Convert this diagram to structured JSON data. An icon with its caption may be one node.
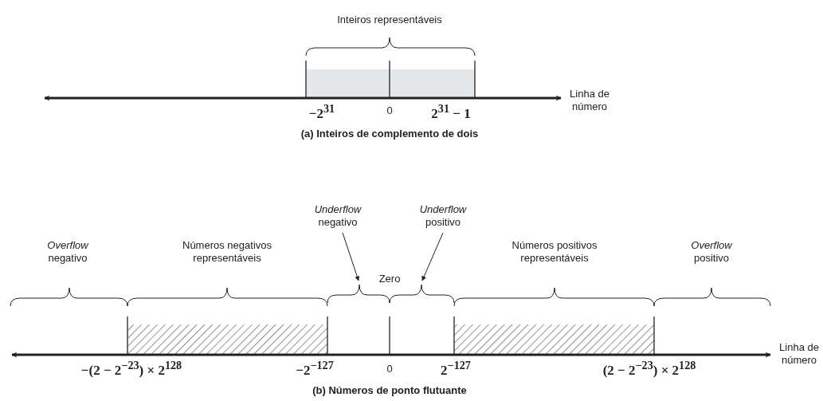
{
  "diagram": {
    "nodes": [
      {
        "text": [
          "*Underflow* negativo"
        ]
      },
      {
        "text": [
          "*Underflow* positivo"
        ]
      },
      {
        "text": [],
        "shape": "brace"
      },
      {
        "text": [],
        "shape": "brace"
      }
    ],
    "edges": [
      {
        "from": 0,
        "to": 2,
        "arrow": "to"
      },
      {
        "from": 1,
        "to": 3,
        "arrow": "to"
      }
    ],
    "labels": [
      "Inteiros representáveis",
      "Linha de número",
      "−2$^{31}$",
      "0",
      "2$^{31}$ − 1",
      "(a) Inteiros de complemento de dois",
      "*Overflow* negativo",
      "Números negativos representáveis",
      "Zero",
      "Números positivos representáveis",
      "*Overflow* positivo",
      "Linha de número",
      "−(2 − 2$^{−23}$) × 2$^{128}$",
      "−2$^{−127}$",
      "0",
      "2$^{−127}$",
      "(2 − 2$^{−23}$) × 2$^{128}$",
      "(b) Números de ponto flutuante"
    ]
  }
}
